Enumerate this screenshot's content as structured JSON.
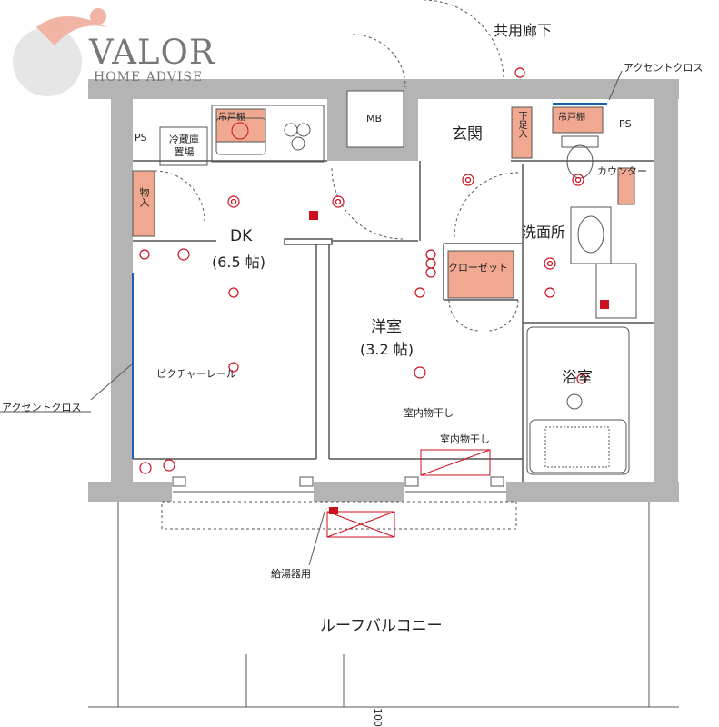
{
  "logo": {
    "name": "VALOR",
    "subtitle": "HOME ADVISE"
  },
  "rooms": {
    "corridor": "共用廊下",
    "entrance": "玄関",
    "dk_name": "DK",
    "dk_size": "(6.5 帖)",
    "western_name": "洋室",
    "western_size": "(3.2 帖)",
    "washroom": "洗面所",
    "bathroom": "浴室",
    "balcony": "ルーフバルコニー"
  },
  "fixtures": {
    "mb": "MB",
    "ps_left": "PS",
    "ps_right": "PS",
    "fridge": "冷蔵庫\n置場",
    "storage": "物入",
    "closet": "クローゼット",
    "counter": "カウンター",
    "picture_rail": "ピクチャーレール",
    "indoor_dry_1": "室内物干し",
    "indoor_dry_2": "室内物干し",
    "water_heater": "給湯器用",
    "kitchen_cab": "吊戸棚",
    "entry_cab": "吊戸棚",
    "shoe": "下足入"
  },
  "annotations": {
    "accent_top": "アクセントクロス",
    "accent_left": "アクセントクロス",
    "dim_100": "100"
  },
  "colors": {
    "wall": "#b4b4b4",
    "storage_fill": "#f0a890",
    "outlet_red": "#cc1020",
    "line": "#555555"
  }
}
